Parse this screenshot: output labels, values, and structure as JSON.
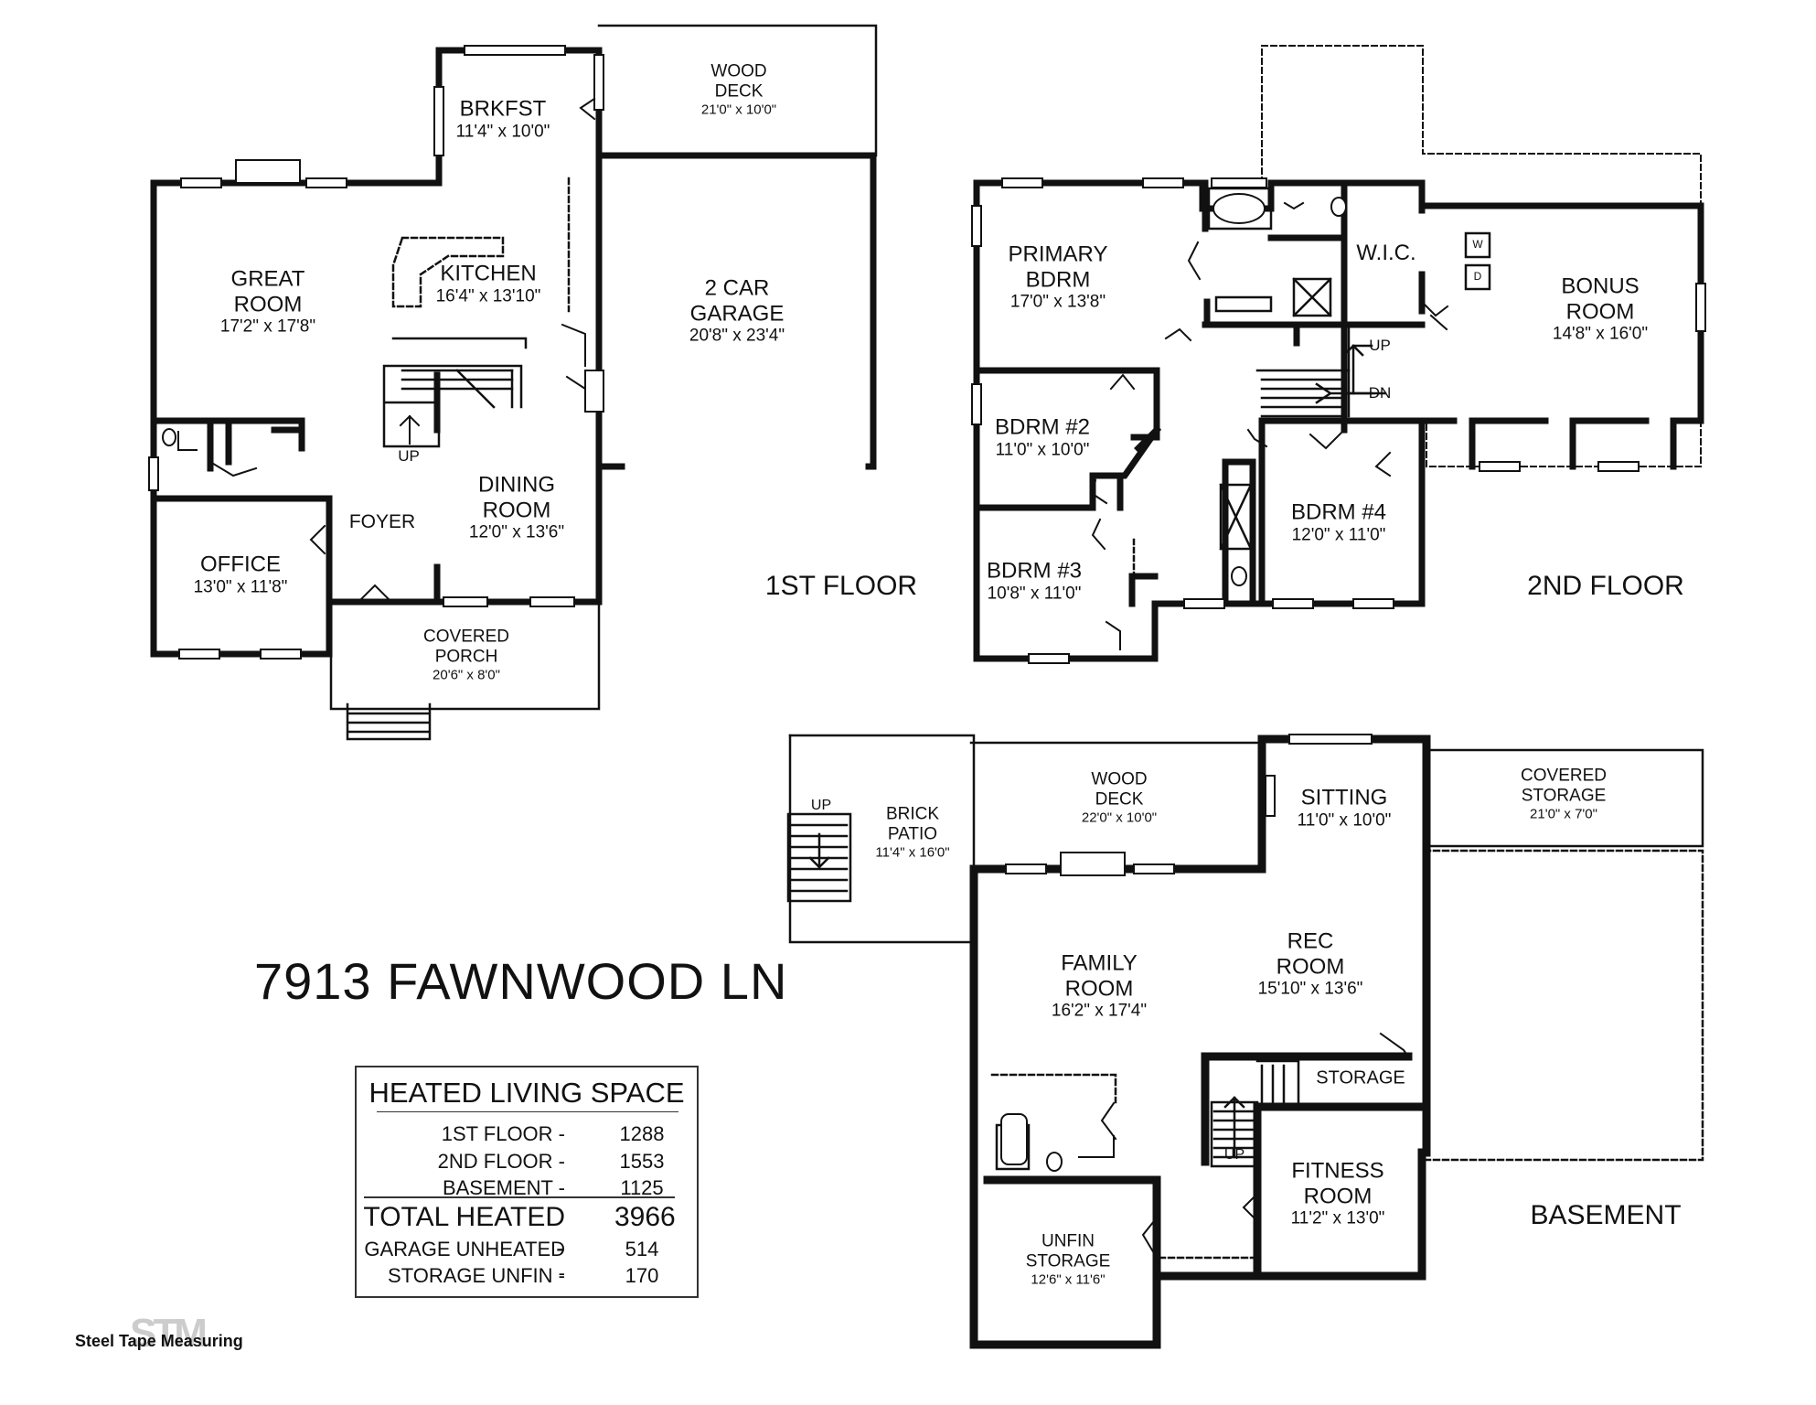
{
  "address": "7913 FAWNWOOD LN",
  "floor_titles": {
    "first": "1ST FLOOR",
    "second": "2ND FLOOR",
    "basement": "BASEMENT"
  },
  "first_floor_rooms": [
    {
      "name": "WOOD DECK",
      "line1": "WOOD",
      "line2": "DECK",
      "size": "21'0\" x 10'0\""
    },
    {
      "name": "BRKFST",
      "line1": "BRKFST",
      "line2": "",
      "size": "11'4\" x 10'0\""
    },
    {
      "name": "GREAT ROOM",
      "line1": "GREAT",
      "line2": "ROOM",
      "size": "17'2\" x 17'8\""
    },
    {
      "name": "KITCHEN",
      "line1": "KITCHEN",
      "line2": "",
      "size": "16'4\" x 13'10\""
    },
    {
      "name": "2 CAR GARAGE",
      "line1": "2 CAR",
      "line2": "GARAGE",
      "size": "20'8\" x 23'4\""
    },
    {
      "name": "DINING ROOM",
      "line1": "DINING",
      "line2": "ROOM",
      "size": "12'0\" x 13'6\""
    },
    {
      "name": "FOYER",
      "line1": "FOYER",
      "line2": "",
      "size": ""
    },
    {
      "name": "OFFICE",
      "line1": "OFFICE",
      "line2": "",
      "size": "13'0\" x 11'8\""
    },
    {
      "name": "COVERED PORCH",
      "line1": "COVERED",
      "line2": "PORCH",
      "size": "20'6\" x 8'0\""
    }
  ],
  "second_floor_rooms": [
    {
      "name": "PRIMARY BDRM",
      "line1": "PRIMARY",
      "line2": "BDRM",
      "size": "17'0\" x 13'8\""
    },
    {
      "name": "W.I.C.",
      "line1": "W.I.C.",
      "line2": "",
      "size": ""
    },
    {
      "name": "BONUS ROOM",
      "line1": "BONUS",
      "line2": "ROOM",
      "size": "14'8\" x 16'0\""
    },
    {
      "name": "BDRM #2",
      "line1": "BDRM #2",
      "line2": "",
      "size": "11'0\" x 10'0\""
    },
    {
      "name": "BDRM #3",
      "line1": "BDRM #3",
      "line2": "",
      "size": "10'8\" x 11'0\""
    },
    {
      "name": "BDRM #4",
      "line1": "BDRM #4",
      "line2": "",
      "size": "12'0\" x 11'0\""
    }
  ],
  "basement_rooms": [
    {
      "name": "BRICK PATIO",
      "line1": "BRICK",
      "line2": "PATIO",
      "size": "11'4\" x 16'0\""
    },
    {
      "name": "WOOD DECK",
      "line1": "WOOD",
      "line2": "DECK",
      "size": "22'0\" x 10'0\""
    },
    {
      "name": "SITTING",
      "line1": "SITTING",
      "line2": "",
      "size": "11'0\" x 10'0\""
    },
    {
      "name": "COVERED STORAGE",
      "line1": "COVERED",
      "line2": "STORAGE",
      "size": "21'0\" x 7'0\""
    },
    {
      "name": "FAMILY ROOM",
      "line1": "FAMILY",
      "line2": "ROOM",
      "size": "16'2\" x 17'4\""
    },
    {
      "name": "REC ROOM",
      "line1": "REC",
      "line2": "ROOM",
      "size": "15'10\" x 13'6\""
    },
    {
      "name": "STORAGE",
      "line1": "STORAGE",
      "line2": "",
      "size": ""
    },
    {
      "name": "FITNESS ROOM",
      "line1": "FITNESS",
      "line2": "ROOM",
      "size": "11'2\" x 13'0\""
    },
    {
      "name": "UNFIN STORAGE",
      "line1": "UNFIN",
      "line2": "STORAGE",
      "size": "12'6\" x 11'6\""
    }
  ],
  "markers": {
    "up": "UP",
    "dn": "DN",
    "washer": "W",
    "dryer": "D"
  },
  "area_table": {
    "title": "HEATED LIVING SPACE",
    "rows": [
      {
        "label": "1ST FLOOR -",
        "value": "1288"
      },
      {
        "label": "2ND FLOOR -",
        "value": "1553"
      },
      {
        "label": "BASEMENT -",
        "value": "1125"
      }
    ],
    "total": {
      "label": "TOTAL HEATED -",
      "value": "3966"
    },
    "extra": [
      {
        "label": "GARAGE UNHEATED -",
        "value": "514"
      },
      {
        "label": "STORAGE UNFIN -",
        "value": "170"
      }
    ]
  },
  "branding": {
    "logo_text": "STM",
    "company": "Steel Tape Measuring"
  }
}
